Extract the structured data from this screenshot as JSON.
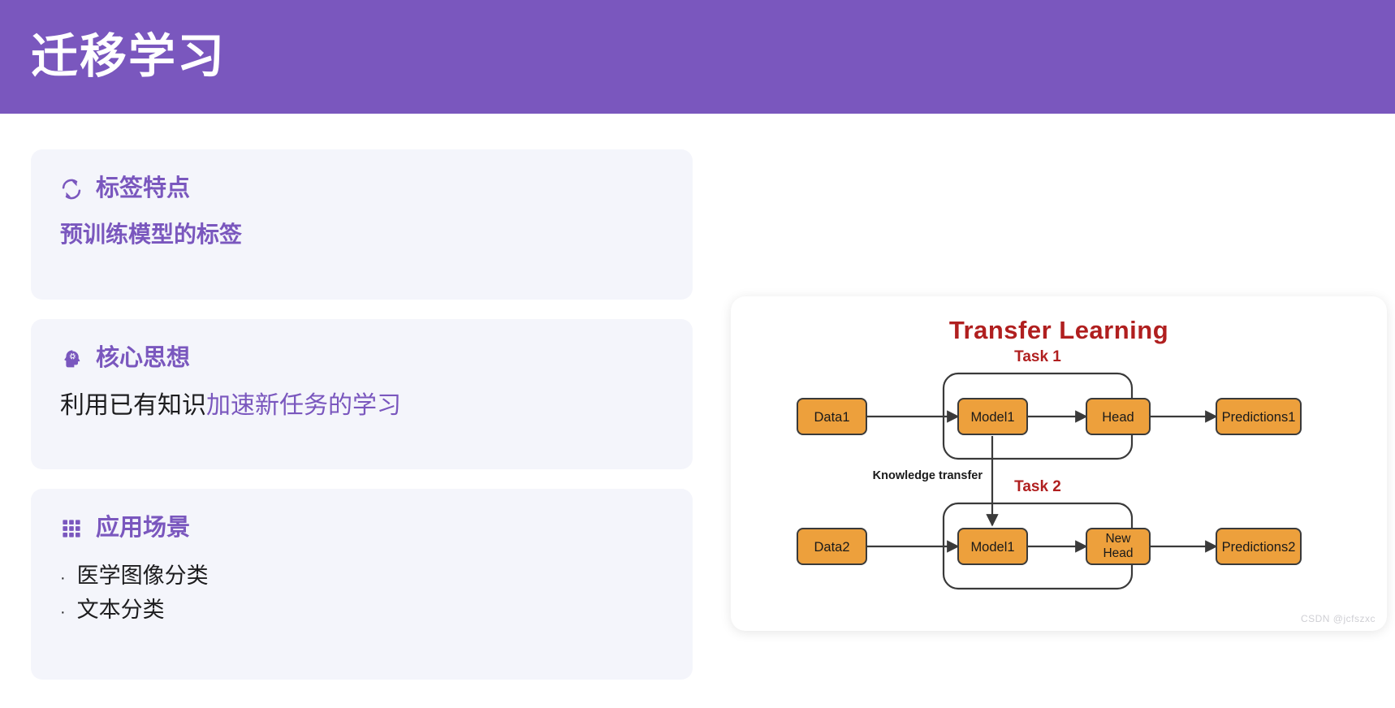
{
  "header": {
    "title": "迁移学习",
    "bg_color": "#7A57BE"
  },
  "theme": {
    "accent_purple": "#7A57BE",
    "card_bg": "#F4F5FB",
    "diagram_title_red": "#B01F1F",
    "node_orange": "#EDA03C",
    "node_border": "#3A3A3A"
  },
  "cards": [
    {
      "icon": "sync-refresh-icon",
      "title": "标签特点",
      "body": "预训练模型的标签"
    },
    {
      "icon": "head-gear-icon",
      "title": "核心思想",
      "body_plain": "利用已有知识",
      "body_highlight": "加速新任务的学习"
    },
    {
      "icon": "apps-grid-icon",
      "title": "应用场景",
      "bullet_marker": "·",
      "items": [
        "医学图像分类",
        "文本分类"
      ]
    }
  ],
  "diagram": {
    "title": "Transfer Learning",
    "watermark": "CSDN @jcfszxc",
    "task1_label": "Task 1",
    "task2_label": "Task 2",
    "knowledge_label": "Knowledge transfer",
    "nodes": {
      "data1": "Data1",
      "model1_top": "Model1",
      "head": "Head",
      "predictions1": "Predictions1",
      "data2": "Data2",
      "model1_bottom": "Model1",
      "new_head_line1": "New",
      "new_head_line2": "Head",
      "predictions2": "Predictions2"
    }
  }
}
